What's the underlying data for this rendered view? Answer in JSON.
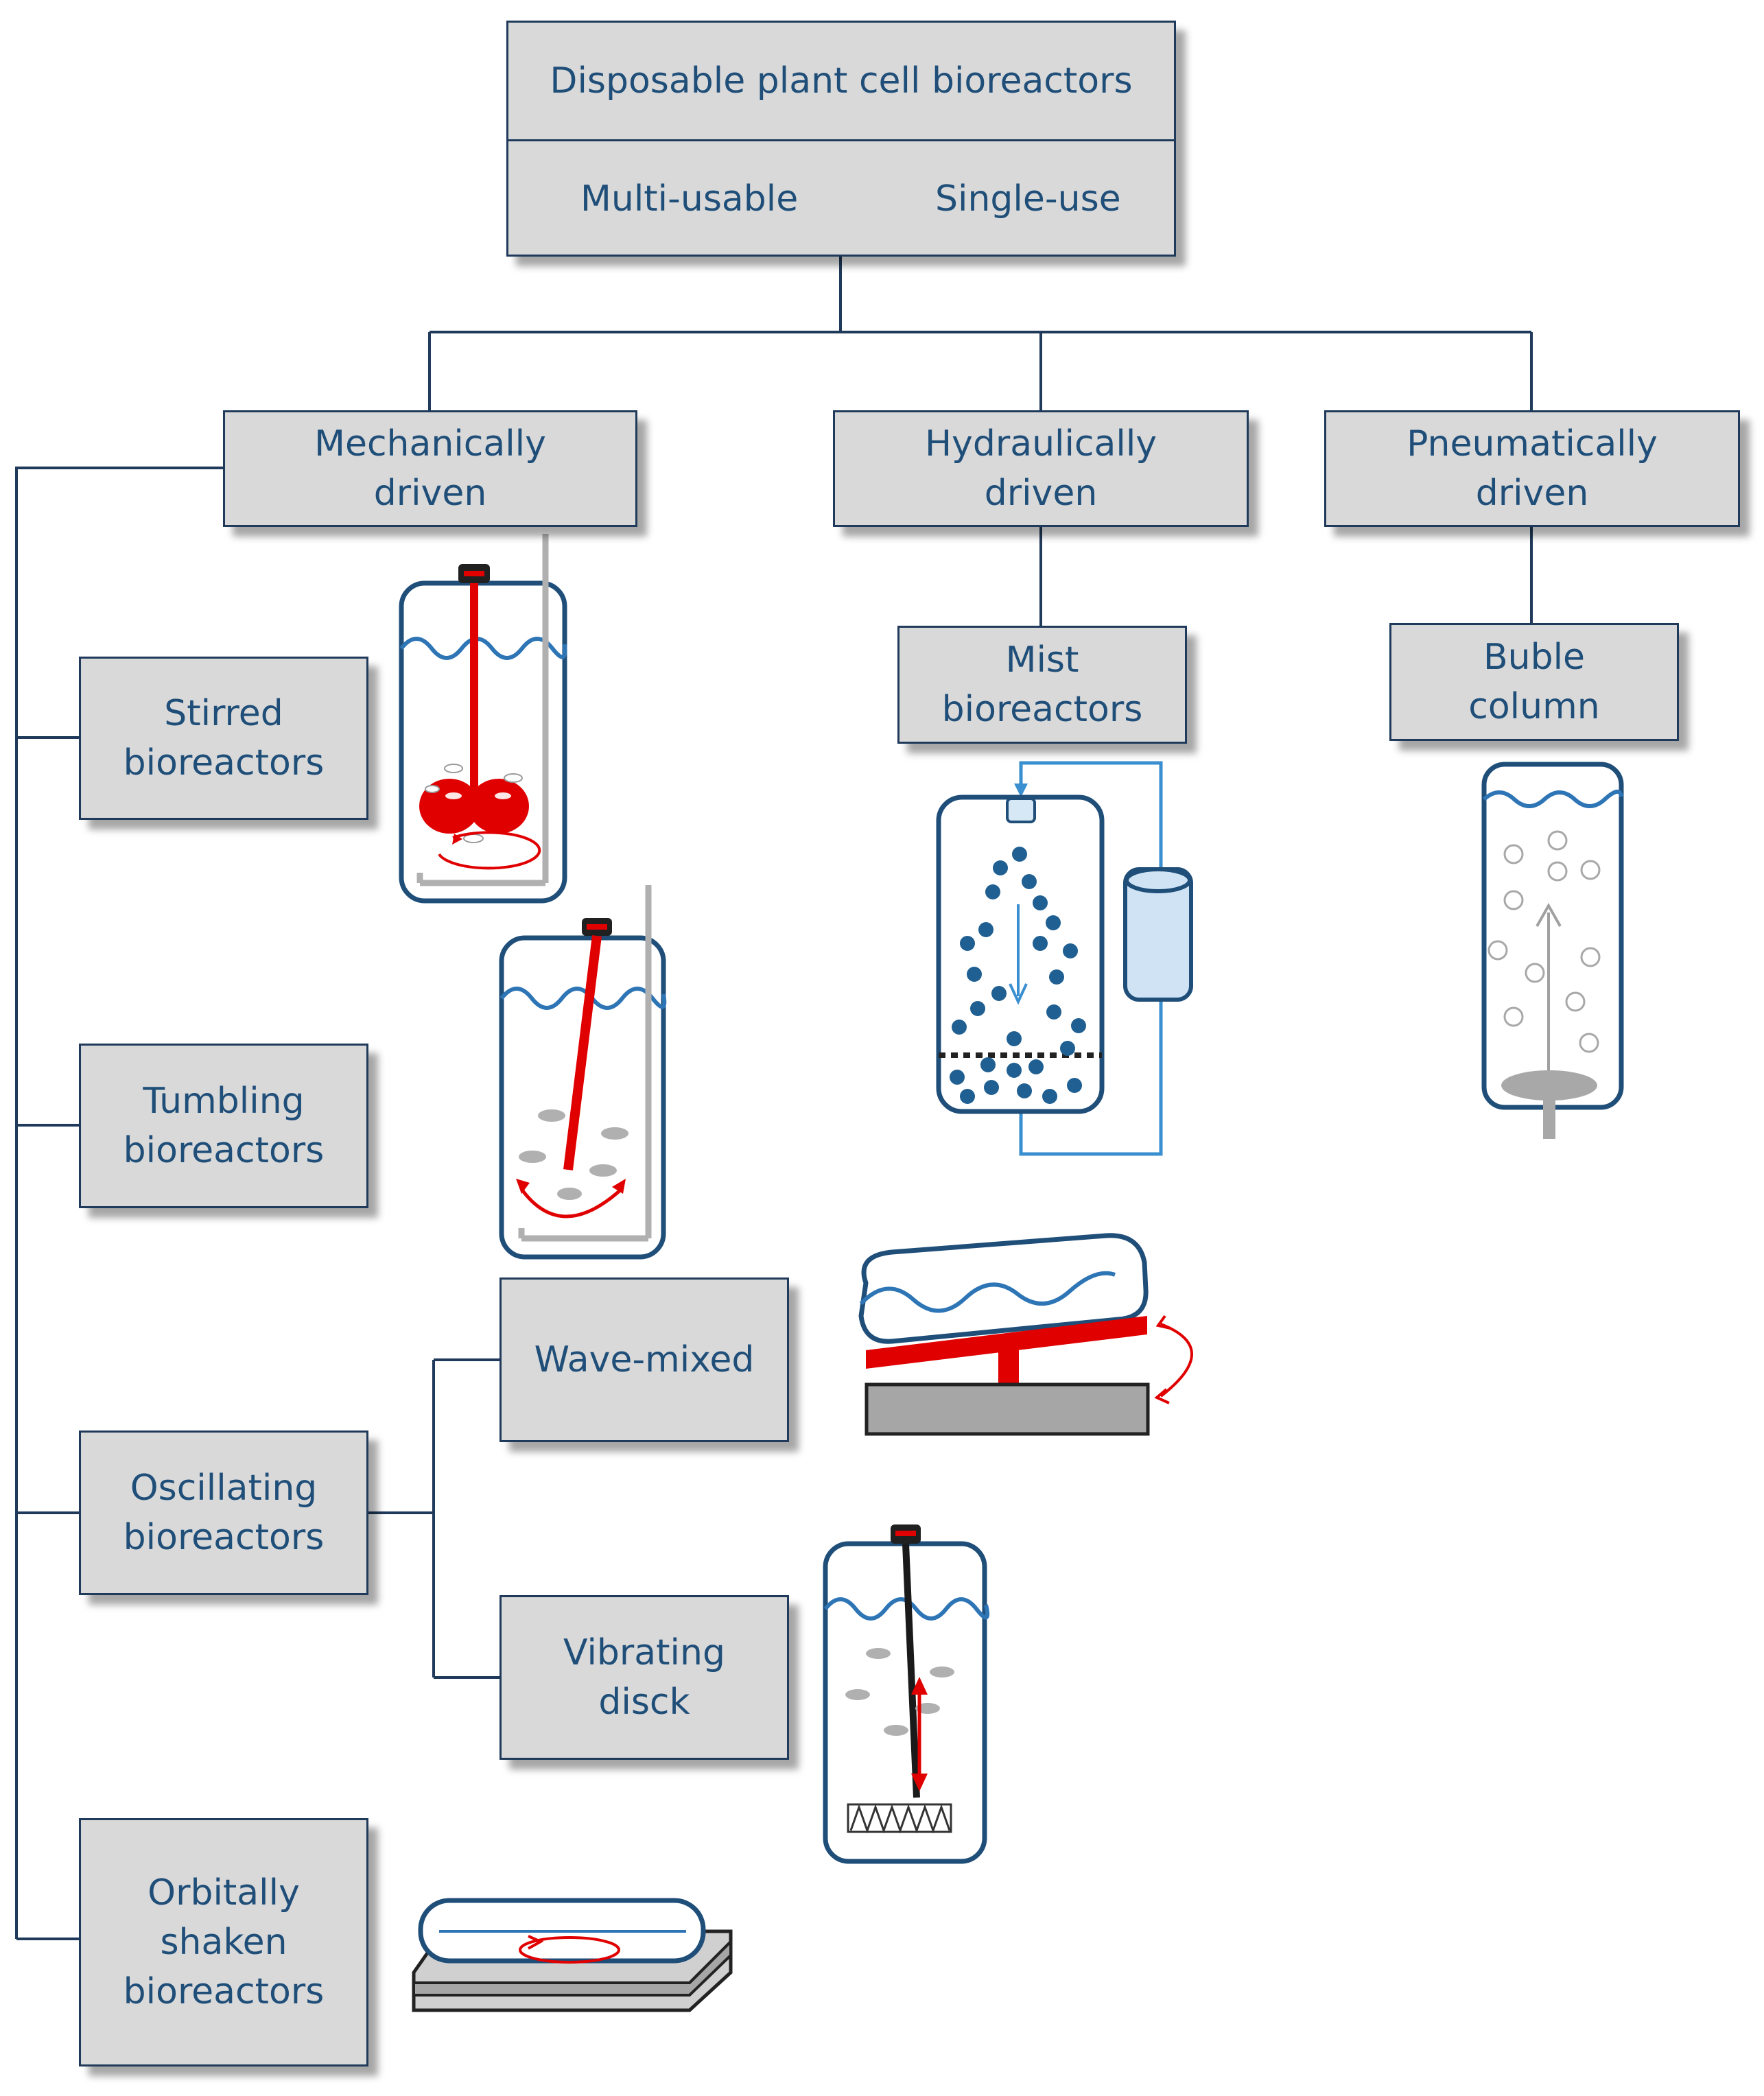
{
  "root": {
    "title": "Disposable plant cell bioreactors",
    "variants": [
      "Multi-usable",
      "Single-use"
    ]
  },
  "categories": {
    "mechanical": [
      "Mechanically",
      "driven"
    ],
    "hydraulic": [
      "Hydraulically",
      "driven"
    ],
    "pneumatic": [
      "Pneumatically",
      "driven"
    ]
  },
  "mechanical_types": {
    "stirred": [
      "Stirred",
      "bioreactors"
    ],
    "tumbling": [
      "Tumbling",
      "bioreactors"
    ],
    "oscillating": [
      "Oscillating",
      "bioreactors"
    ],
    "orbital": [
      "Orbitally",
      "shaken",
      "bioreactors"
    ]
  },
  "oscillating_types": {
    "wave": "Wave-mixed",
    "vibrating": [
      "Vibrating",
      "disck"
    ]
  },
  "hydraulic_types": {
    "mist": [
      "Mist",
      "bioreactors"
    ]
  },
  "pneumatic_types": {
    "bubble": [
      "Buble",
      "column"
    ]
  },
  "colors": {
    "box_fill": "#d9d9d9",
    "box_border": "#1f3a5a",
    "text": "#1f4e79",
    "vessel": "#1f4e79",
    "accent_red": "#e00000",
    "mist_blue": "#3a8fd0"
  }
}
